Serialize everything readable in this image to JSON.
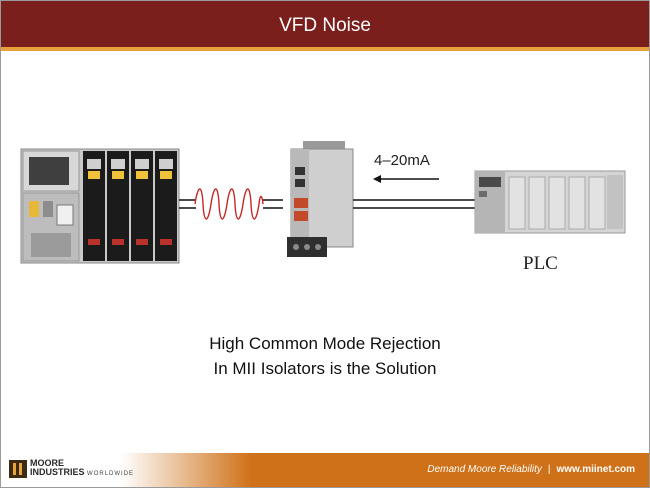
{
  "slide": {
    "title": "VFD Noise"
  },
  "diagram": {
    "signal_label": "4–20mA",
    "plc_label": "PLC"
  },
  "caption": {
    "line1": "High Common Mode Rejection",
    "line2": "In MII Isolators is the Solution"
  },
  "footer": {
    "logo_line1": "MOORE",
    "logo_line2": "INDUSTRIES",
    "logo_line3": "WORLDWIDE",
    "tagline": "Demand Moore Reliability",
    "separator": "|",
    "url": "www.miinet.com"
  },
  "colors": {
    "title_bar": "#7a1f1c",
    "accent": "#e8a13a",
    "footer": "#cf7118"
  },
  "icons": [
    "vfd-cabinet-image",
    "noise-coil-icon",
    "isolator-image",
    "plc-image",
    "arrow-left-icon"
  ]
}
